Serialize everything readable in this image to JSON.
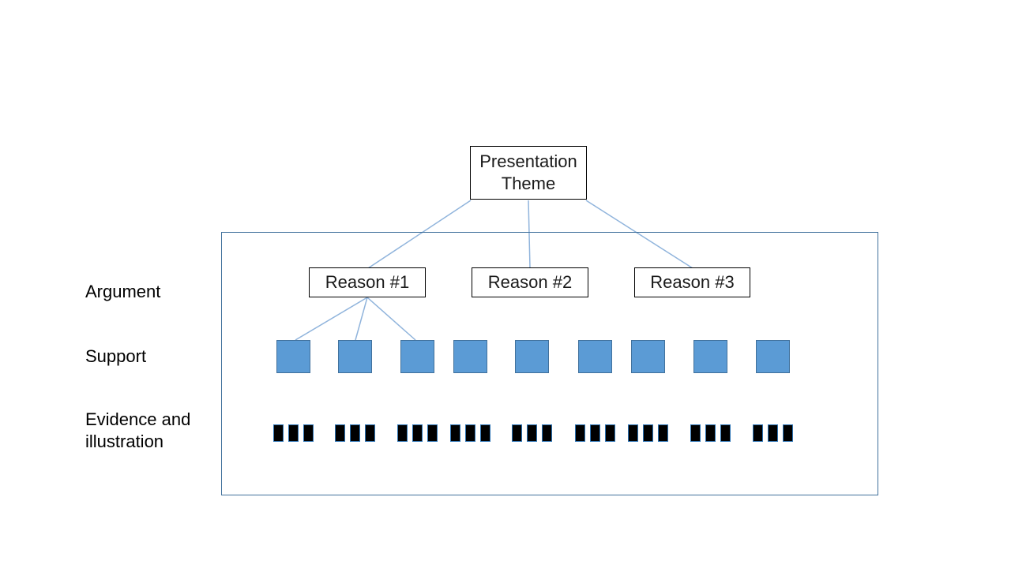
{
  "slide": {
    "theme_box": {
      "label": "Presentation Theme"
    },
    "reason_boxes": [
      {
        "label": "Reason #1"
      },
      {
        "label": "Reason #2"
      },
      {
        "label": "Reason #3"
      }
    ],
    "row_labels": {
      "argument": "Argument",
      "support": "Support",
      "evidence": "Evidence and illustration"
    },
    "support_row": {
      "square_count": 9,
      "square_x": [
        350,
        428,
        507,
        574,
        652,
        732,
        799,
        878,
        957
      ]
    },
    "evidence_row": {
      "group_count": 9,
      "marks_per_group": 3,
      "mark_spacing": 19,
      "group_x": [
        346,
        424,
        503,
        570,
        648,
        728,
        795,
        874,
        953
      ]
    },
    "hierarchy": {
      "theme_to_reasons": [
        "Reason #1",
        "Reason #2",
        "Reason #3"
      ],
      "reason1_to_supports": [
        1,
        2,
        3
      ]
    },
    "colors": {
      "box_border": "#000000",
      "frame_border": "#41719C",
      "connector": "#90B4DC",
      "square_fill": "#5B9BD5",
      "square_border": "#41719C",
      "mark_fill": "#000000",
      "mark_border": "#2E75B6"
    }
  }
}
